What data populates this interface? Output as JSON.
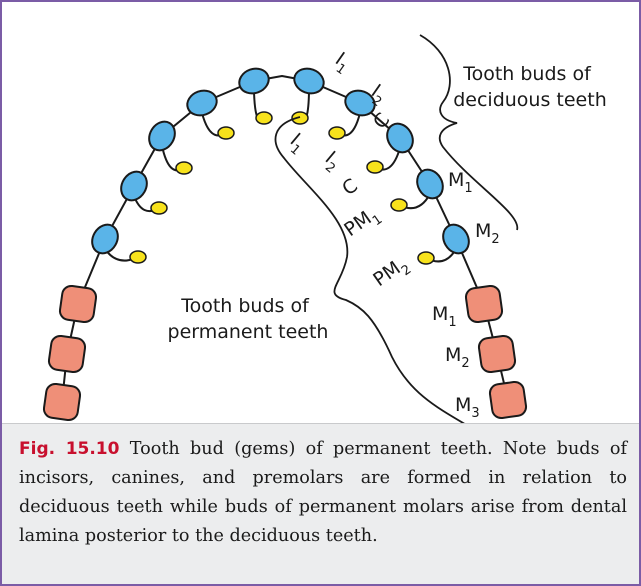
{
  "diagram": {
    "group_labels": {
      "deciduous": [
        "Tooth buds of",
        "deciduous teeth"
      ],
      "permanent": [
        "Tooth buds of",
        "permanent teeth"
      ]
    },
    "deciduous_labels": [
      {
        "letter": "I",
        "sub": "1"
      },
      {
        "letter": "I",
        "sub": "2"
      },
      {
        "letter": "C",
        "sub": ""
      },
      {
        "letter": "M",
        "sub": "1"
      },
      {
        "letter": "M",
        "sub": "2"
      }
    ],
    "permanent_labels": [
      {
        "letter": "I",
        "sub": "1"
      },
      {
        "letter": "I",
        "sub": "2"
      },
      {
        "letter": "C",
        "sub": ""
      },
      {
        "letter": "PM",
        "sub": "1"
      },
      {
        "letter": "PM",
        "sub": "2"
      }
    ],
    "molar_labels": [
      {
        "letter": "M",
        "sub": "1"
      },
      {
        "letter": "M",
        "sub": "2"
      },
      {
        "letter": "M",
        "sub": "3"
      }
    ],
    "colors": {
      "deciduous_bud": "#5ab4e8",
      "permanent_bud": "#f7e21c",
      "permanent_molar": "#ef8f78",
      "outline": "#1a1a1a",
      "frame": "#7b5ca6",
      "caption_bg": "#ecedee",
      "caption_label": "#c8102e"
    }
  },
  "caption": {
    "label": "Fig. 15.10",
    "text": "Tooth bud (gems) of permanent teeth. Note buds of incisors, canines, and premolars are formed in relation to deciduous teeth while buds of permanent molars arise from dental lamina posterior to the deciduous teeth."
  }
}
